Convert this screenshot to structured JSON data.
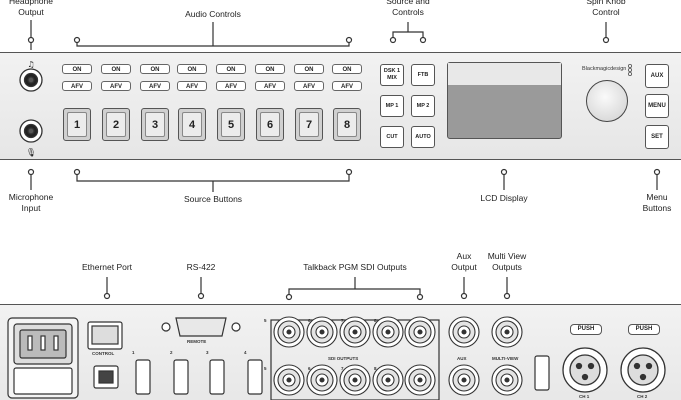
{
  "labels": {
    "headphone_output": "Headphone Output",
    "audio_controls": "Audio Controls",
    "source_and_controls": "Source and Controls",
    "spin_knob_control": "Spin Knob Control",
    "microphone_input": "Microphone Input",
    "source_buttons": "Source Buttons",
    "lcd_display": "LCD Display",
    "menu_buttons": "Menu Buttons",
    "ethernet_port": "Ethernet Port",
    "rs422": "RS-422",
    "talkback_pgm_sdi_outputs": "Talkback PGM SDI Outputs",
    "aux_output": "Aux Output",
    "multi_view_outputs": "Multi View Outputs"
  },
  "front": {
    "on_label": "ON",
    "afv_label": "AFV",
    "source_numbers": [
      "1",
      "2",
      "3",
      "4",
      "5",
      "6",
      "7",
      "8"
    ],
    "controls": [
      "DSK 1 MIX",
      "FTB",
      "MP 1",
      "MP 2",
      "CUT",
      "AUTO"
    ],
    "menu_buttons": [
      "AUX",
      "MENU",
      "SET"
    ],
    "brand": "Blackmagicdesign"
  },
  "rear": {
    "control_label": "CONTROL",
    "remote_label": "REMOTE",
    "sdi_outputs_label": "SDI OUTPUTS",
    "aux_label": "AUX",
    "multiview_label": "MULTI-VIEW",
    "push_label": "PUSH",
    "ch1_label": "CH 1",
    "ch2_label": "CH 2",
    "hdmi_numbers": [
      "1",
      "2",
      "3",
      "4"
    ],
    "sdi_numbers": [
      "5",
      "6",
      "7",
      "8"
    ]
  }
}
